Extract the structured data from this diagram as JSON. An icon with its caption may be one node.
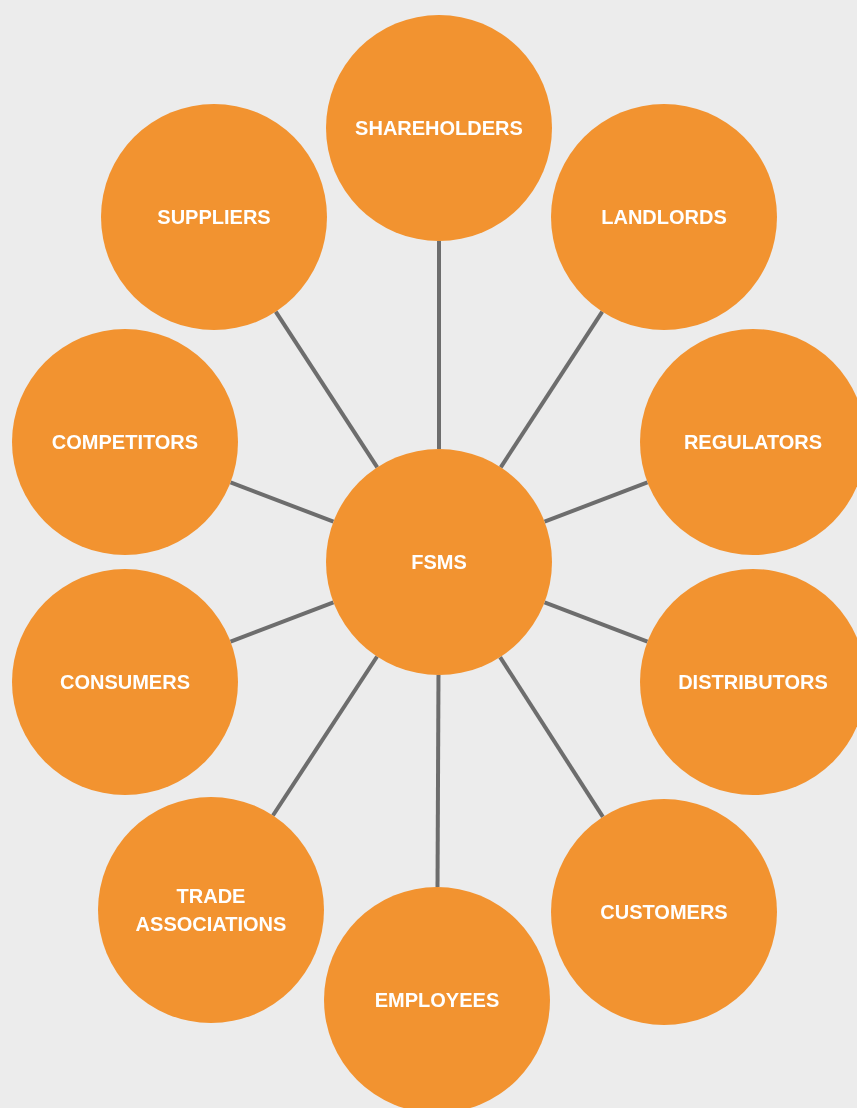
{
  "diagram": {
    "nodes": [
      {
        "text": [
          "SHAREHOLDERS"
        ]
      },
      {
        "text": [
          "SUPPLIERS"
        ]
      },
      {
        "text": [
          "LANDLORDS"
        ]
      },
      {
        "text": [
          "COMPETITORS"
        ]
      },
      {
        "text": [
          "REGULATORS"
        ]
      },
      {
        "text": [
          "FSMS"
        ]
      },
      {
        "text": [
          "CONSUMERS"
        ]
      },
      {
        "text": [
          "DISTRIBUTORS"
        ]
      },
      {
        "text": [
          "TRADE ASSOCIATIONS"
        ]
      },
      {
        "text": [
          "CUSTOMERS"
        ]
      },
      {
        "text": [
          "EMPLOYEES"
        ]
      }
    ],
    "edges": [
      {
        "from": 5,
        "to": 0,
        "arrow": "none"
      },
      {
        "from": 5,
        "to": 1,
        "arrow": "none"
      },
      {
        "from": 5,
        "to": 2,
        "arrow": "none"
      },
      {
        "from": 5,
        "to": 3,
        "arrow": "none"
      },
      {
        "from": 5,
        "to": 4,
        "arrow": "none"
      },
      {
        "from": 5,
        "to": 6,
        "arrow": "none"
      },
      {
        "from": 5,
        "to": 7,
        "arrow": "none"
      },
      {
        "from": 5,
        "to": 8,
        "arrow": "none"
      },
      {
        "from": 5,
        "to": 9,
        "arrow": "none"
      },
      {
        "from": 5,
        "to": 10,
        "arrow": "none"
      }
    ]
  }
}
